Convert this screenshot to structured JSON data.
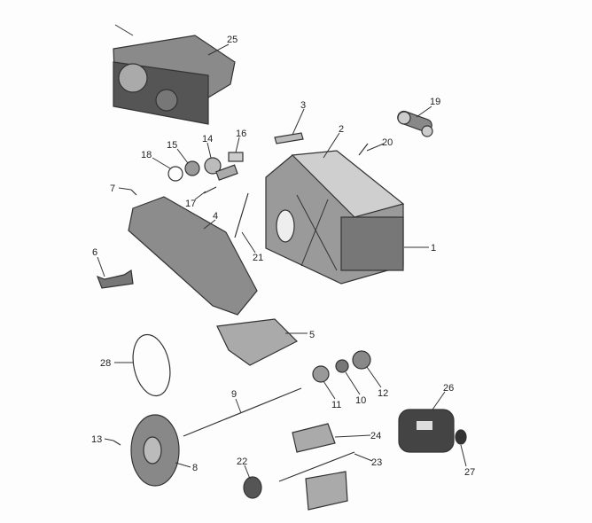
{
  "diagram": {
    "type": "exploded-parts-view",
    "labels": {
      "p1": "1",
      "p2": "2",
      "p3": "3",
      "p4": "4",
      "p5": "5",
      "p6": "6",
      "p7": "7",
      "p8": "8",
      "p9": "9",
      "p10": "10",
      "p11": "11",
      "p12": "12",
      "p13": "13",
      "p14": "14",
      "p15": "15",
      "p16": "16",
      "p17": "17",
      "p18": "18",
      "p19": "19",
      "p20": "20",
      "p21": "21",
      "p22": "22",
      "p23": "23",
      "p24": "24",
      "p25": "25",
      "p26": "26",
      "p27": "27",
      "p28": "28"
    }
  }
}
